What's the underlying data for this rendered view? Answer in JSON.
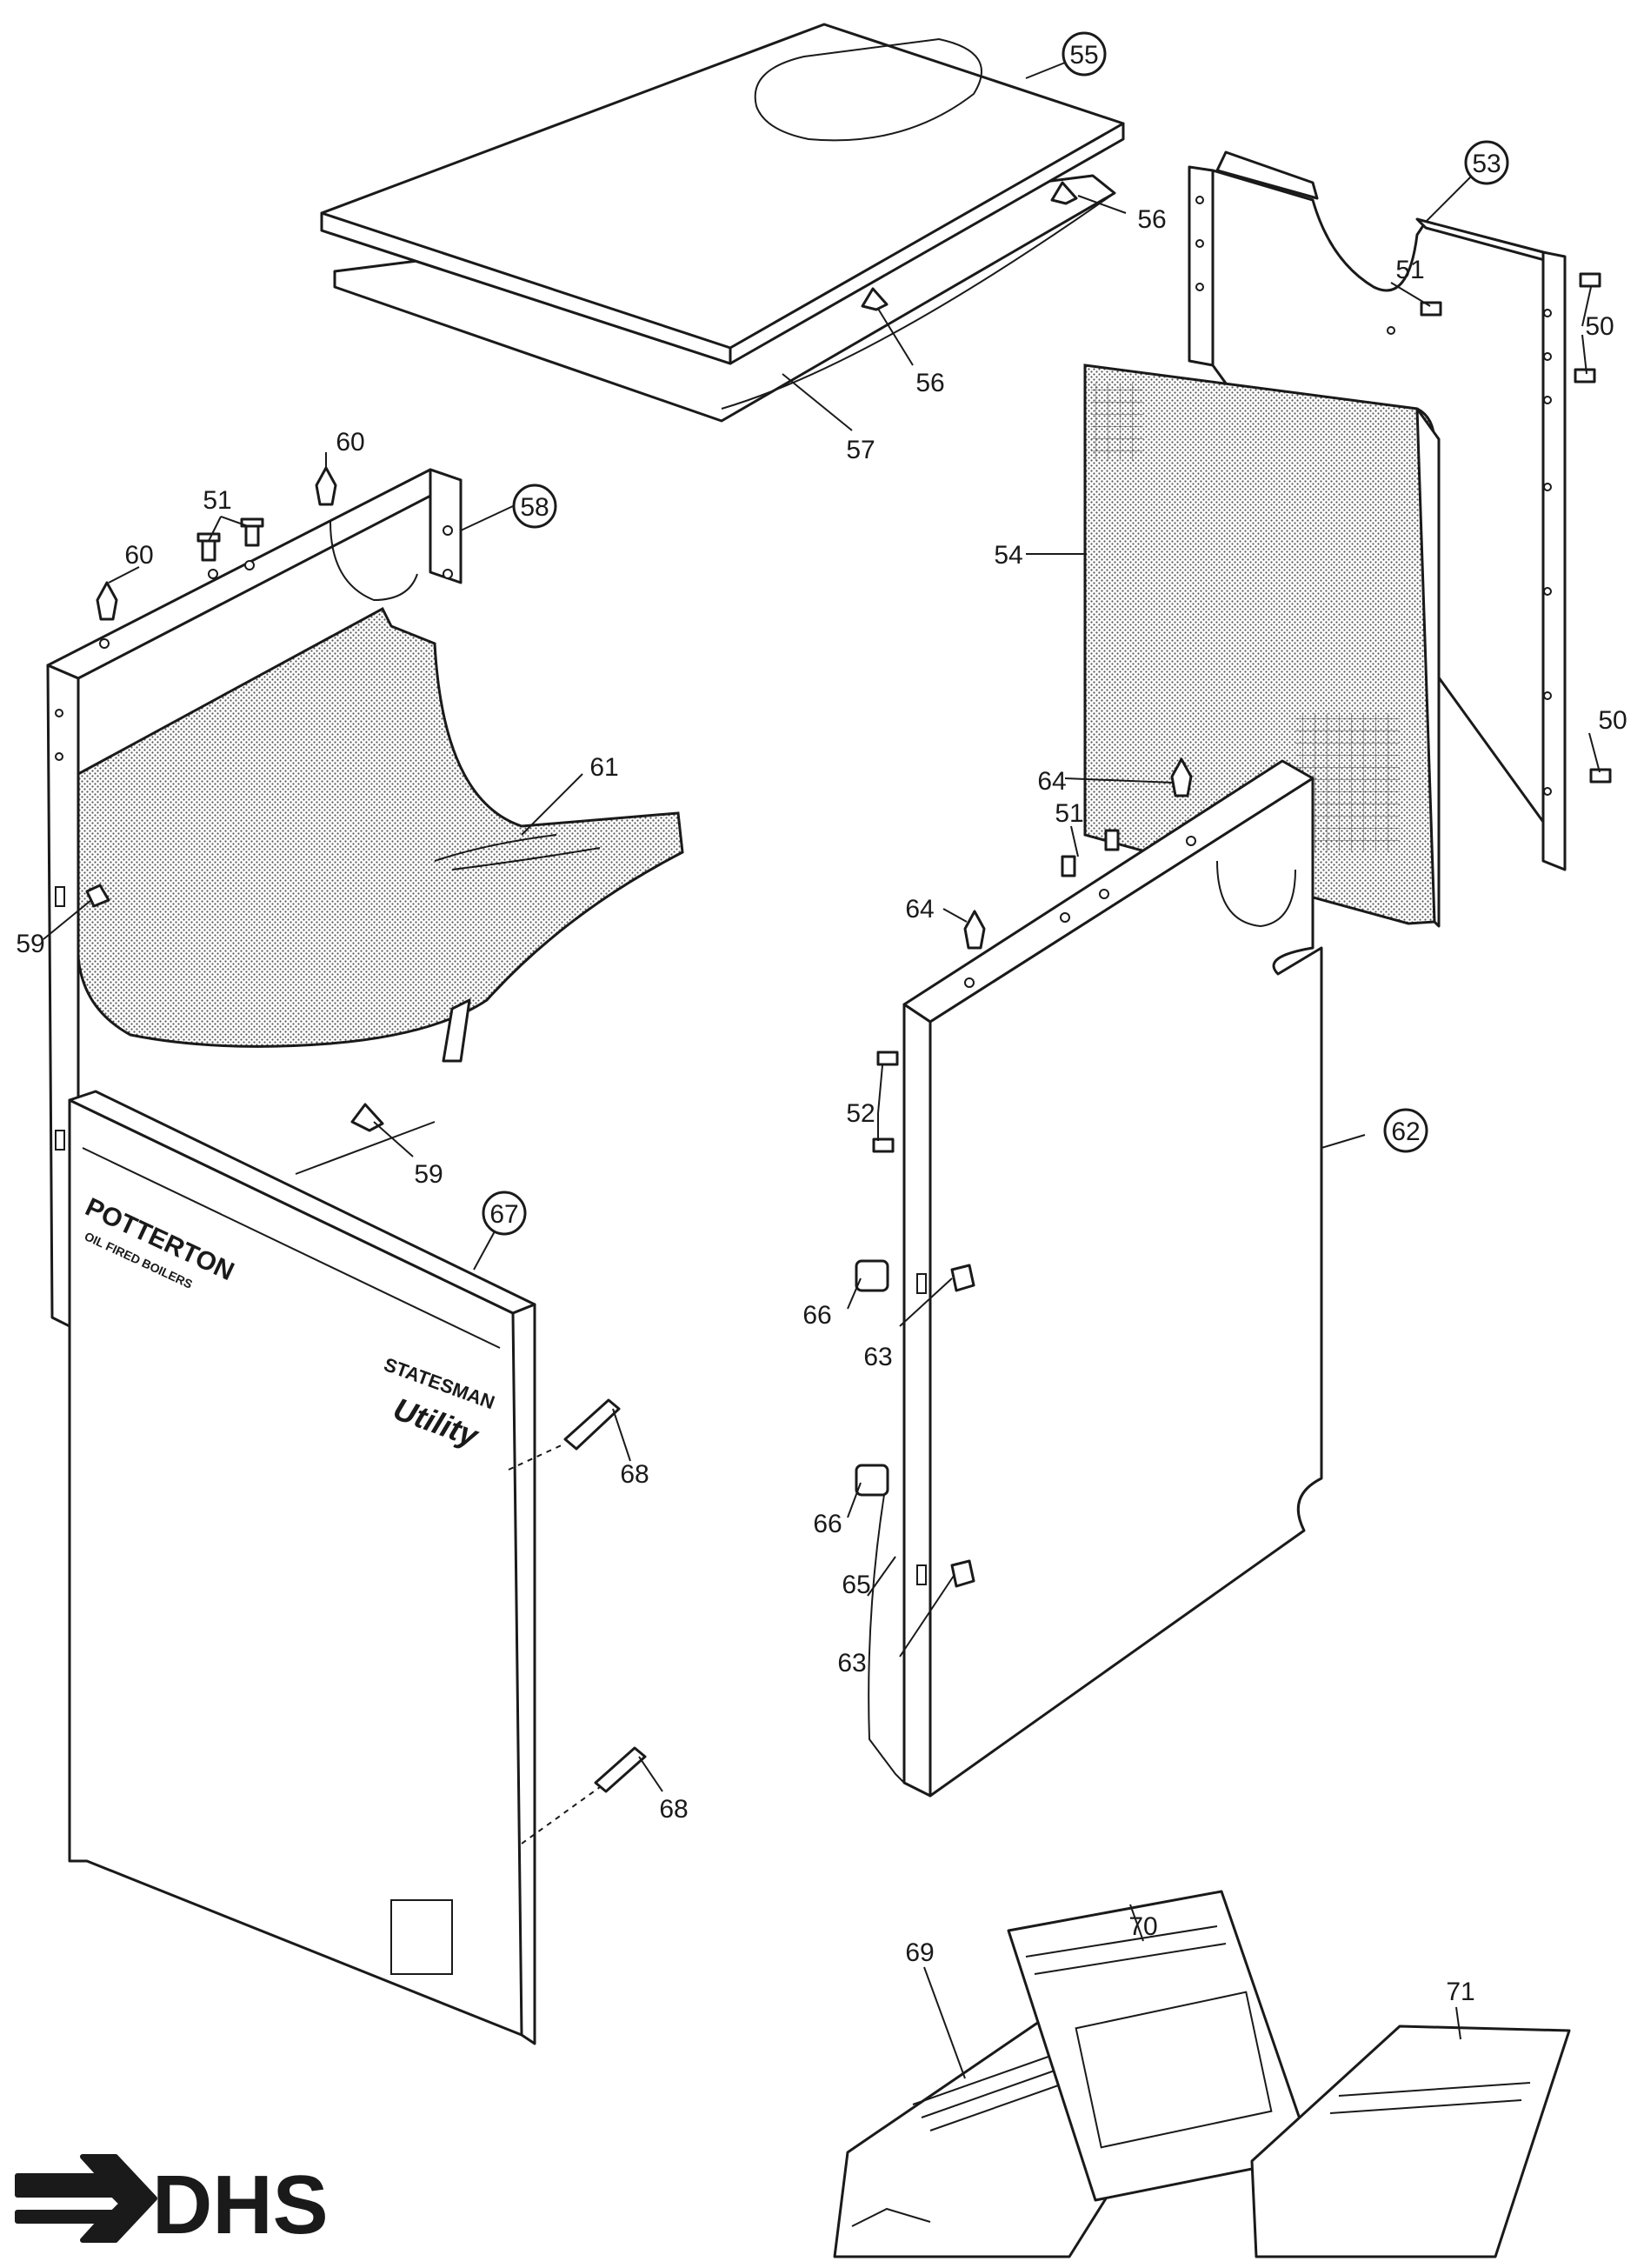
{
  "callouts": {
    "n50": "50",
    "n51": "51",
    "n52": "52",
    "n53": "53",
    "n54": "54",
    "n55": "55",
    "n56": "56",
    "n57": "57",
    "n58": "58",
    "n59": "59",
    "n60": "60",
    "n61": "61",
    "n62": "62",
    "n63": "63",
    "n64": "64",
    "n65": "65",
    "n66": "66",
    "n67": "67",
    "n68": "68",
    "n69": "69",
    "n70": "70",
    "n71": "71"
  },
  "front_panel": {
    "brand": "POTTERTON",
    "brand_sub": "OIL FIRED BOILERS",
    "model": "STATESMAN",
    "model_script": "Utility"
  },
  "logo": {
    "text": "DHS"
  },
  "colors": {
    "line": "#1a1a1a",
    "paper": "#ffffff",
    "stipple": "#555555"
  }
}
